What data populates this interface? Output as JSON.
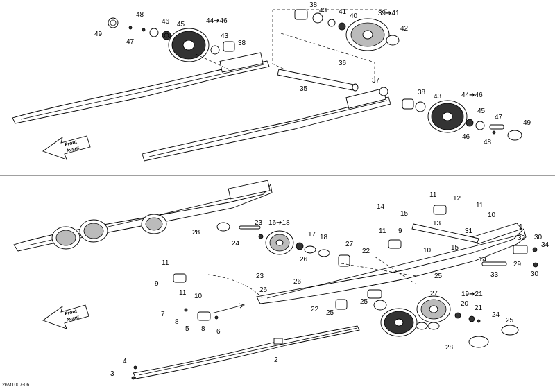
{
  "drawing_code": "26M1007-06",
  "front_arrow": {
    "line1": "Front",
    "line2": "Avant"
  },
  "top_section": {
    "labels": [
      "49",
      "48",
      "47",
      "46",
      "45",
      "44➔46",
      "43",
      "38",
      "38",
      "43",
      "41",
      "40",
      "39➔41",
      "42",
      "36",
      "35",
      "37",
      "38",
      "43",
      "44➔46",
      "45",
      "47",
      "49",
      "46",
      "48"
    ]
  },
  "bottom_section": {
    "labels": [
      "11",
      "12",
      "11",
      "10",
      "14",
      "15",
      "13",
      "9",
      "11",
      "10",
      "31",
      "1",
      "30",
      "32",
      "34",
      "15",
      "14",
      "29",
      "33",
      "30",
      "16➔18",
      "23",
      "28",
      "24",
      "17",
      "18",
      "27",
      "22",
      "26",
      "11",
      "9",
      "11",
      "10",
      "23",
      "26",
      "26",
      "25",
      "25",
      "22",
      "25",
      "27",
      "19➔21",
      "20",
      "21",
      "24",
      "25",
      "7",
      "8",
      "5",
      "8",
      "6",
      "28",
      "4",
      "2",
      "3"
    ]
  }
}
